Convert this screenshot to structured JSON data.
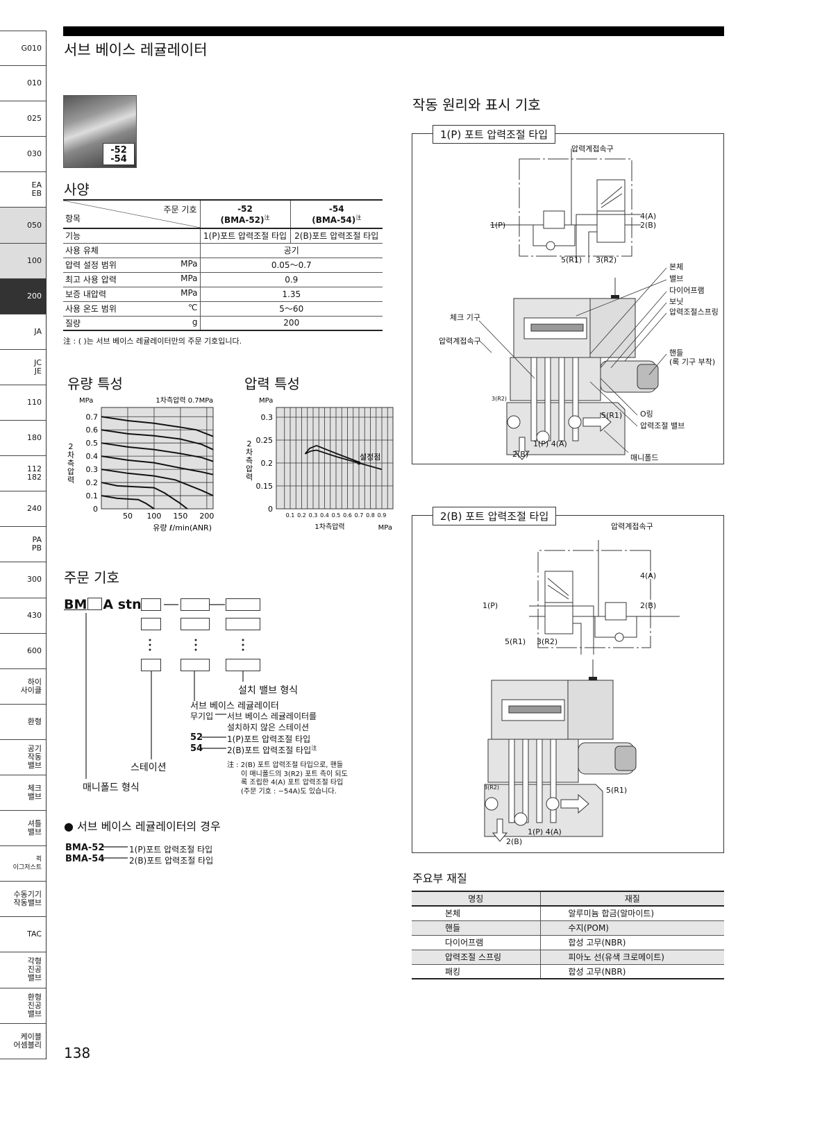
{
  "sidebar": [
    "G010",
    "010",
    "025",
    "030",
    "EA\nEB",
    "050",
    "100",
    "200",
    "JA",
    "JC\nJE",
    "110",
    "180",
    "112\n182",
    "240",
    "PA\nPB",
    "300",
    "430",
    "600",
    "하이\n사이클",
    "환형",
    "공기\n작동\n밸브",
    "체크\n밸브",
    "셔틀\n밸브",
    "퀵\n이그저스트",
    "수동기기\n작동밸브",
    "TAC",
    "각형\n진공\n밸브",
    "환형\n진공\n밸브",
    "케이블\n어셈블리"
  ],
  "page_title": "서브 베이스 레귤레이터",
  "photo_badge": [
    "-52",
    "-54"
  ],
  "spec": {
    "title": "사양",
    "h_item": "항목",
    "h_code": "주문 기호",
    "col52": "-52",
    "col52b": "(BMA-52)",
    "col54": "-54",
    "col54b": "(BMA-54)",
    "note_mark": "注",
    "rows": [
      {
        "k": "기능",
        "u": "",
        "v1": "1(P)포트 압력조절 타입",
        "v2": "2(B)포트 압력조절 타입"
      },
      {
        "k": "사용 유체",
        "u": "",
        "v": "공기"
      },
      {
        "k": "압력 설정 범위",
        "u": "MPa",
        "v": "0.05～0.7"
      },
      {
        "k": "최고 사용 압력",
        "u": "MPa",
        "v": "0.9"
      },
      {
        "k": "보증 내압력",
        "u": "MPa",
        "v": "1.35"
      },
      {
        "k": "사용 온도 범위",
        "u": "℃",
        "v": "5～60"
      },
      {
        "k": "질량",
        "u": "g",
        "v": "200"
      }
    ],
    "note": "注 : (   )는 서브 베이스 레귤레이터만의 주문 기호입니다."
  },
  "flow": {
    "title": "유량 특성",
    "yunit": "MPa",
    "ylabel": "2\n차\n측\n압\n력",
    "annot": "1차측압력  0.7MPa",
    "xlabel": "유량  ℓ/min(ANR)",
    "yticks": [
      "0",
      "0.1",
      "0.2",
      "0.3",
      "0.4",
      "0.5",
      "0.6",
      "0.7"
    ],
    "xticks": [
      "50",
      "100",
      "150",
      "200"
    ],
    "xlim": [
      0,
      212
    ],
    "ylim": [
      0,
      0.77
    ],
    "series": [
      [
        [
          0,
          0.7
        ],
        [
          50,
          0.67
        ],
        [
          100,
          0.65
        ],
        [
          150,
          0.62
        ],
        [
          180,
          0.6
        ],
        [
          212,
          0.55
        ]
      ],
      [
        [
          0,
          0.6
        ],
        [
          50,
          0.57
        ],
        [
          100,
          0.555
        ],
        [
          150,
          0.53
        ],
        [
          190,
          0.49
        ],
        [
          212,
          0.45
        ]
      ],
      [
        [
          0,
          0.5
        ],
        [
          50,
          0.47
        ],
        [
          100,
          0.45
        ],
        [
          150,
          0.42
        ],
        [
          190,
          0.39
        ],
        [
          212,
          0.36
        ]
      ],
      [
        [
          0,
          0.4
        ],
        [
          50,
          0.37
        ],
        [
          100,
          0.35
        ],
        [
          150,
          0.31
        ],
        [
          190,
          0.28
        ],
        [
          212,
          0.26
        ]
      ],
      [
        [
          0,
          0.3
        ],
        [
          50,
          0.27
        ],
        [
          100,
          0.25
        ],
        [
          140,
          0.22
        ],
        [
          190,
          0.14
        ],
        [
          212,
          0.1
        ]
      ],
      [
        [
          0,
          0.2
        ],
        [
          30,
          0.175
        ],
        [
          100,
          0.16
        ],
        [
          120,
          0.12
        ],
        [
          150,
          0.04
        ],
        [
          163,
          0
        ]
      ],
      [
        [
          0,
          0.1
        ],
        [
          30,
          0.08
        ],
        [
          70,
          0.07
        ],
        [
          85,
          0.04
        ],
        [
          100,
          0
        ]
      ]
    ]
  },
  "pressure": {
    "title": "압력 특성",
    "yunit": "MPa",
    "ylabel": "2\n차\n측\n압\n력",
    "annot": "설정점",
    "xlabel": "1차측압력",
    "xunit": "MPa",
    "yticks": [
      "0",
      "0.15",
      "0.2",
      "0.25",
      "0.3"
    ],
    "xticks": [
      "0.1",
      "0.2",
      "0.3",
      "0.4",
      "0.5",
      "0.6",
      "0.7",
      "0.8",
      "0.9"
    ],
    "series": [
      [
        [
          0.23,
          0.22
        ],
        [
          0.27,
          0.232
        ],
        [
          0.33,
          0.238
        ],
        [
          0.5,
          0.221
        ],
        [
          0.7,
          0.202
        ]
      ],
      [
        [
          0.23,
          0.22
        ],
        [
          0.28,
          0.226
        ],
        [
          0.33,
          0.228
        ],
        [
          0.5,
          0.214
        ],
        [
          0.7,
          0.2
        ],
        [
          0.9,
          0.186
        ]
      ]
    ],
    "setpoint": [
      0.7,
      0.2
    ]
  },
  "order": {
    "title": "주문 기호",
    "code_a": "BM",
    "code_b": "A stn",
    "lbl_valve": "설치 밸브 형식",
    "lbl_reg": "서브 베이스 레귤레이터",
    "opt_none_k": "무기입",
    "opt_none_v1": "서브 베이스 레귤레이터를",
    "opt_none_v2": "설치하지 않은 스테이션",
    "opt52_k": "52",
    "opt52_v": "1(P)포트 압력조절 타입",
    "opt54_k": "54",
    "opt54_v": "2(B)포트 압력조절 타입",
    "note_mark": "注",
    "lbl_station": "스테이션",
    "lbl_manifold": "매니폴드 형식",
    "note": [
      "注 : 2(B) 포트 압력조절 타입으로, 핸들",
      "이 매니폴드의 3(R2) 포트 측이 되도",
      "록 조립한 4(A) 포트 압력조절 타입",
      "(주문 기호 : −54A)도 있습니다."
    ],
    "case_title": "● 서브 베이스 레귤레이터의 경우",
    "cases": [
      {
        "k": "BMA-52",
        "v": "1(P)포트 압력조절 타입"
      },
      {
        "k": "BMA-54",
        "v": "2(B)포트 압력조절 타입"
      }
    ]
  },
  "principle": {
    "title": "작동 원리와 표시 기호",
    "d1": {
      "title": "1(P) 포트 압력조절 타입",
      "gauge": "압력계접속구",
      "p1": "1(P)",
      "p4": "4(A)",
      "p2": "2(B)",
      "r1": "5(R1)",
      "r2": "3(R2)",
      "labels": [
        "본체",
        "밸브",
        "다이어프램",
        "보닛",
        "압력조절스프링"
      ],
      "check": "체크 기구",
      "gauge2": "압력계접속구",
      "handle": "핸들",
      "handle2": "(록 기구 부착)",
      "oring": "O링",
      "regvalve": "압력조절 밸브",
      "s_r1": "5(R1)",
      "s_r2": "3(R2)",
      "s_p14": "1(P)  4(A)",
      "s_b": "2(B)",
      "manifold": "매니폴드"
    },
    "d2": {
      "title": "2(B) 포트 압력조절 타입",
      "gauge": "압력계접속구",
      "p1": "1(P)",
      "p4": "4(A)",
      "p2": "2(B)",
      "r1": "5(R1)",
      "r2": "3(R2)",
      "s_r1": "5(R1)",
      "s_r2": "3(R2)",
      "s_p14": "1(P)  4(A)",
      "s_b": "2(B)"
    }
  },
  "materials": {
    "title": "주요부 재질",
    "h_name": "명칭",
    "h_mat": "재질",
    "rows": [
      [
        "본체",
        "알루미늄 합금(알마이트)"
      ],
      [
        "핸들",
        "수지(POM)"
      ],
      [
        "다이어프램",
        "합성 고무(NBR)"
      ],
      [
        "압력조절 스프링",
        "피아노 선(유색 크로메이트)"
      ],
      [
        "패킹",
        "합성 고무(NBR)"
      ]
    ]
  },
  "page_number": "138"
}
